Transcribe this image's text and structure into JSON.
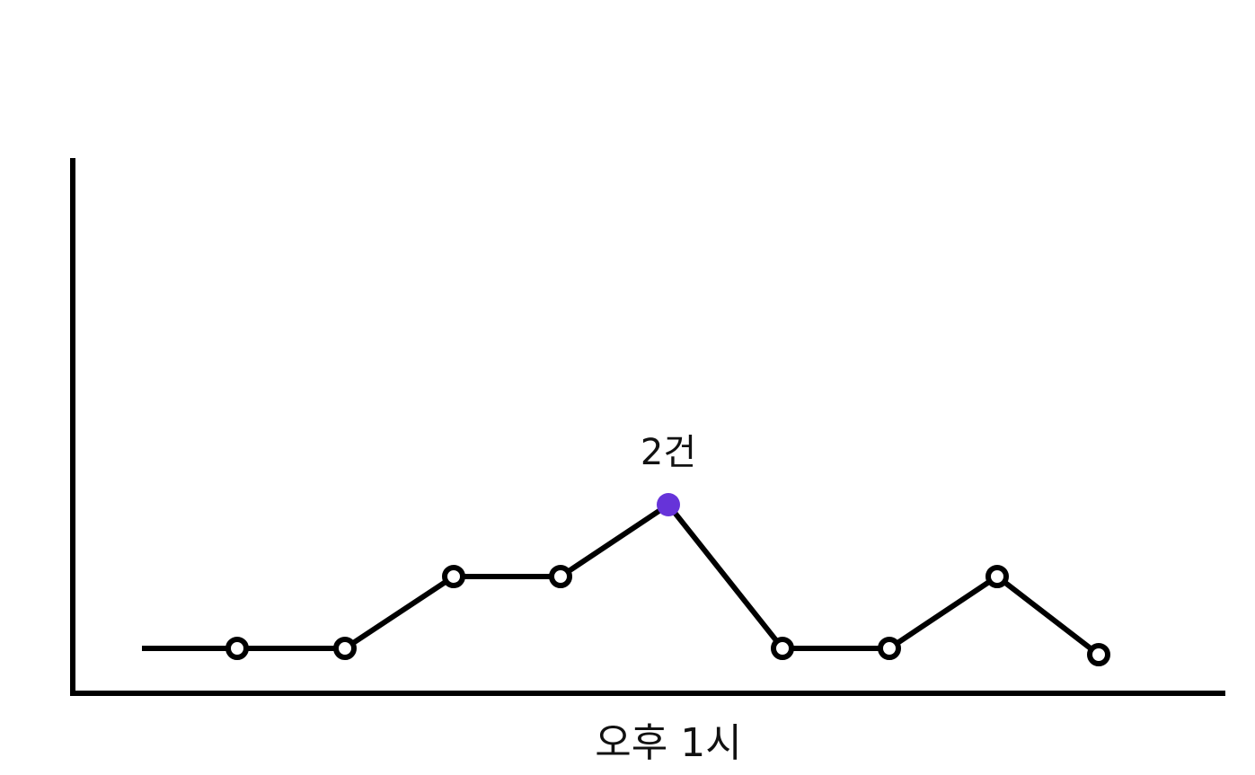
{
  "chart_data": {
    "type": "line",
    "x_tick_label": "오후 1시",
    "values": [
      0,
      0,
      1,
      1,
      2,
      0,
      0,
      1,
      0
    ],
    "ylim": [
      0,
      7.5
    ],
    "highlight": {
      "index": 4,
      "value": 2,
      "label": "2건"
    },
    "grid": false,
    "legend": "none"
  },
  "colors": {
    "line": "#000000",
    "marker_fill": "#ffffff",
    "highlight": "#6633d9",
    "axis": "#000000"
  }
}
